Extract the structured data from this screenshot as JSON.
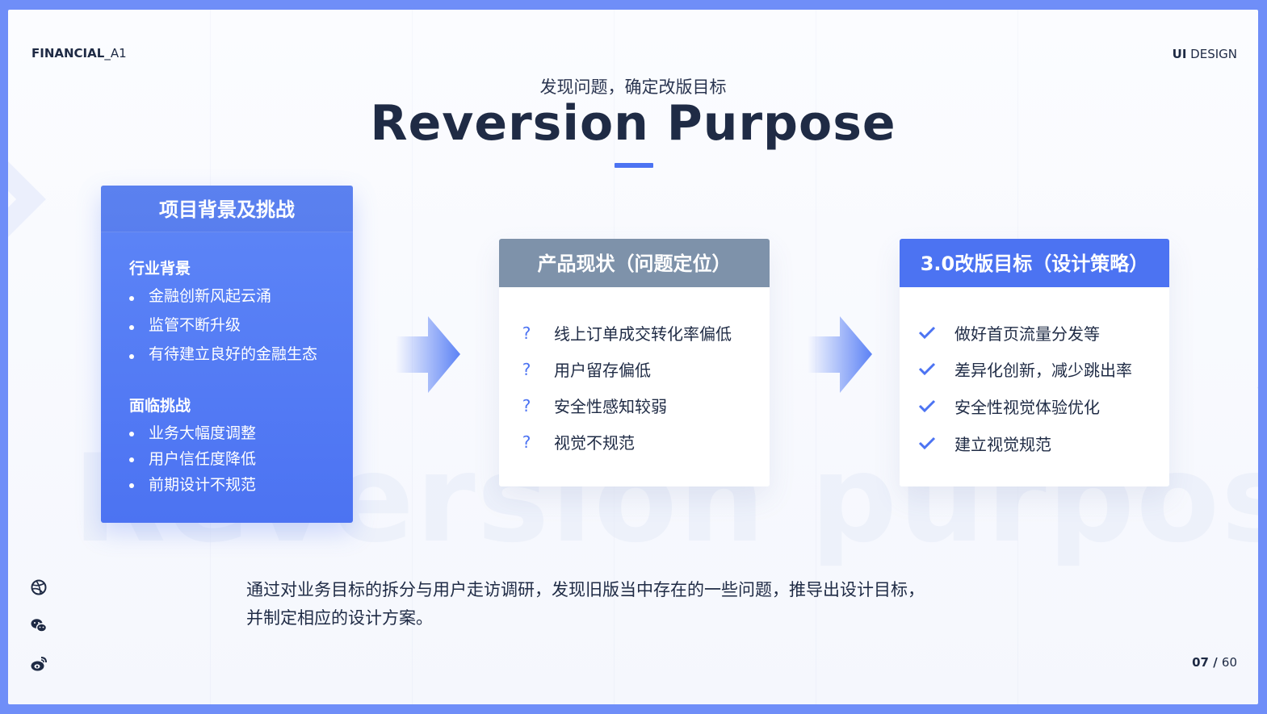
{
  "header": {
    "brand_bold": "FINANCIAL",
    "brand_light": "_A1",
    "tag_bold": "UI",
    "tag_light": " DESIGN"
  },
  "hero": {
    "subtitle": "发现问题，确定改版目标",
    "title": "Reversion Purpose",
    "watermark": "Reversion purpose"
  },
  "background_card": {
    "title": "项目背景及挑战",
    "sections": [
      {
        "title": "行业背景",
        "items": [
          "金融创新风起云涌",
          "监管不断升级",
          "有待建立良好的金融生态"
        ]
      },
      {
        "title": "面临挑战",
        "items": [
          "业务大幅度调整",
          "用户信任度降低",
          "前期设计不规范"
        ]
      }
    ]
  },
  "status_card": {
    "title": "产品现状（问题定位）",
    "marker": "?",
    "items": [
      "线上订单成交转化率偏低",
      "用户留存偏低",
      "安全性感知较弱",
      "视觉不规范"
    ]
  },
  "goal_card": {
    "title": "3.0改版目标（设计策略）",
    "items": [
      "做好首页流量分发等",
      "差异化创新，减少跳出率",
      "安全性视觉体验优化",
      "建立视觉规范"
    ]
  },
  "description": {
    "line1": "通过对业务目标的拆分与用户走访调研，发现旧版当中存在的一些问题，推导出设计目标，",
    "line2": "并制定相应的设计方案。"
  },
  "social_icons": [
    "dribbble-icon",
    "wechat-icon",
    "weibo-icon"
  ],
  "pagination": {
    "current": "07",
    "separator": " / ",
    "total": "60"
  },
  "colors": {
    "accent": "#4c73f2",
    "gray_header": "#7e92aa",
    "dark_text": "#1f2b45",
    "frame": "#6f8ef8"
  }
}
